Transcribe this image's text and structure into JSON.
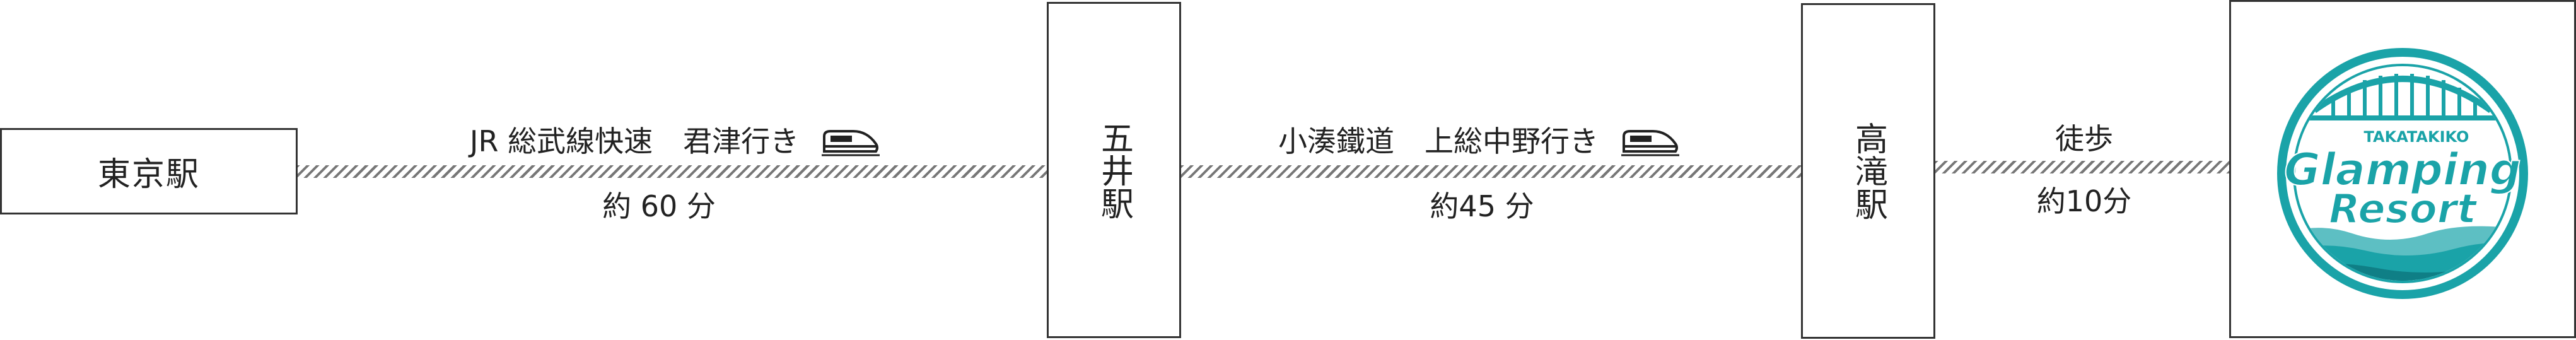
{
  "stations": {
    "tokyo": "東京駅",
    "goi": "五井駅",
    "takataki": "高滝駅"
  },
  "legs": [
    {
      "line": "JR 総武線快速",
      "dest": "君津行き",
      "icon": "train-icon",
      "time": "約 60 分"
    },
    {
      "line": "小湊鐵道",
      "dest": "上総中野行き",
      "icon": "train-icon",
      "time": "約45 分"
    },
    {
      "line": "徒歩",
      "time": "約10分"
    }
  ],
  "destination": {
    "brand_top": "TAKATAKIKO",
    "brand_line1": "Glamping",
    "brand_line2": "Resort",
    "teal": "#1aa3a8",
    "dark_teal": "#0f7f86"
  }
}
